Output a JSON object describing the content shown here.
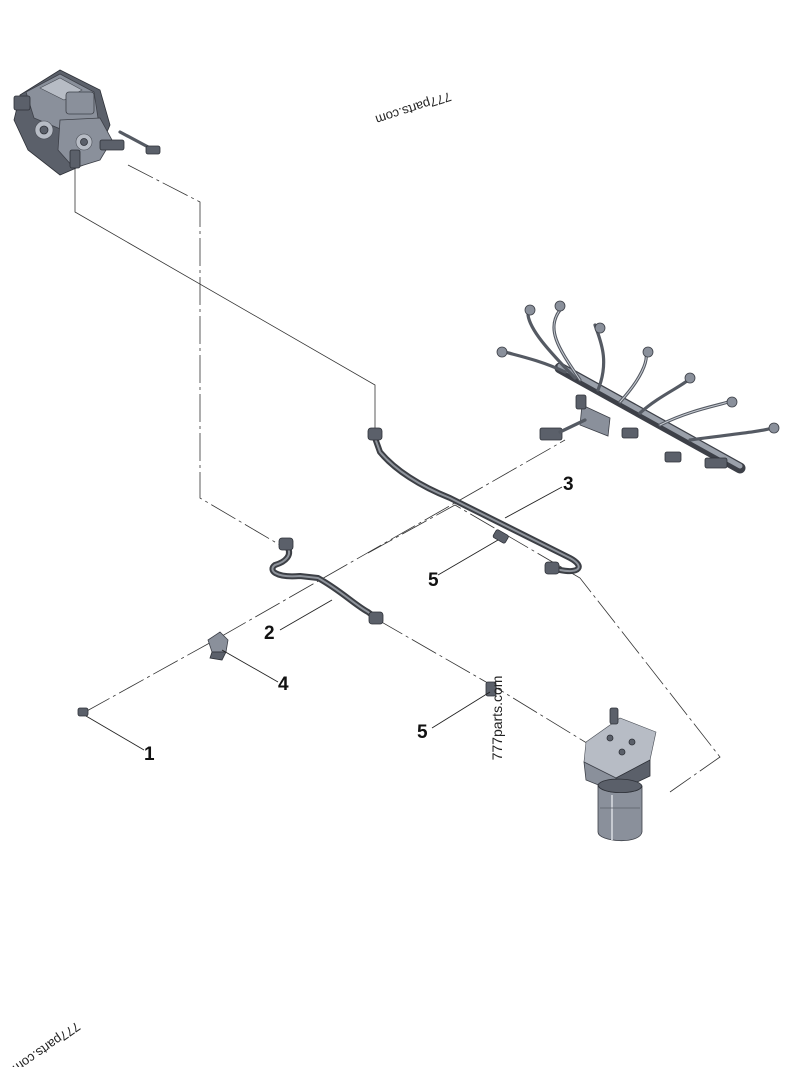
{
  "callouts": {
    "c1": "1",
    "c2": "2",
    "c3": "3",
    "c4": "4",
    "c5a": "5",
    "c5b": "5"
  },
  "watermarks": {
    "top": "777parts.com",
    "center": "777parts.com",
    "bottom_left": "777parts.com"
  },
  "colors": {
    "background": "#ffffff",
    "part_metal": "#8a909b",
    "tube": "#3c3f45",
    "line": "#333333"
  }
}
